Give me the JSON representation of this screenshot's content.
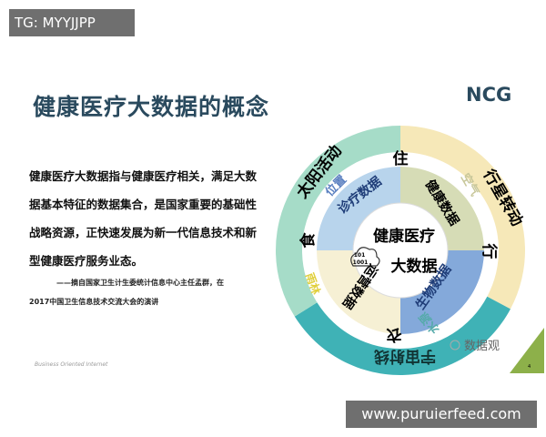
{
  "watermark_top": "TG: MYYJJPP",
  "watermark_bottom": "www.puruierfeed.com",
  "slide": {
    "title": "健康医疗大数据的概念",
    "logo": "NCG",
    "body": "健康医疗大数据指与健康医疗相关，满足大数据基本特征的数据集合，是国家重要的基础性战略资源，正快速发展为新一代信息技术和新型健康医疗服务业态。",
    "source_line1": "——摘自国家卫生计生委统计信息中心主任孟群，在",
    "source_line2": "2017中国卫生信息技术交流大会的演讲",
    "footer": "Business Oriented Internet",
    "page_number": "4",
    "wechat_mark": "数据观"
  },
  "diagram": {
    "center_line1": "健康医疗",
    "center_line2": "大数据",
    "cloud_bits": [
      "101",
      "1001"
    ],
    "outer": [
      "太阳活动",
      "行星转动",
      "宇宙射线"
    ],
    "middle": [
      "住",
      "行",
      "衣",
      "食"
    ],
    "middle_env": [
      "位置",
      "空气",
      "水源",
      "雨林"
    ],
    "inner": [
      "诊疗数据",
      "健康数据",
      "生物数据",
      "运营数据"
    ],
    "colors": {
      "outer_teal_light": "#a6dcc8",
      "outer_yellow": "#f6e8b8",
      "outer_teal_dark": "#3fb2b6",
      "inner_blue_light": "#b8d4ec",
      "inner_olive": "#d6dcb6",
      "inner_blue": "#84a9da",
      "inner_cream": "#f6f0d4"
    }
  }
}
